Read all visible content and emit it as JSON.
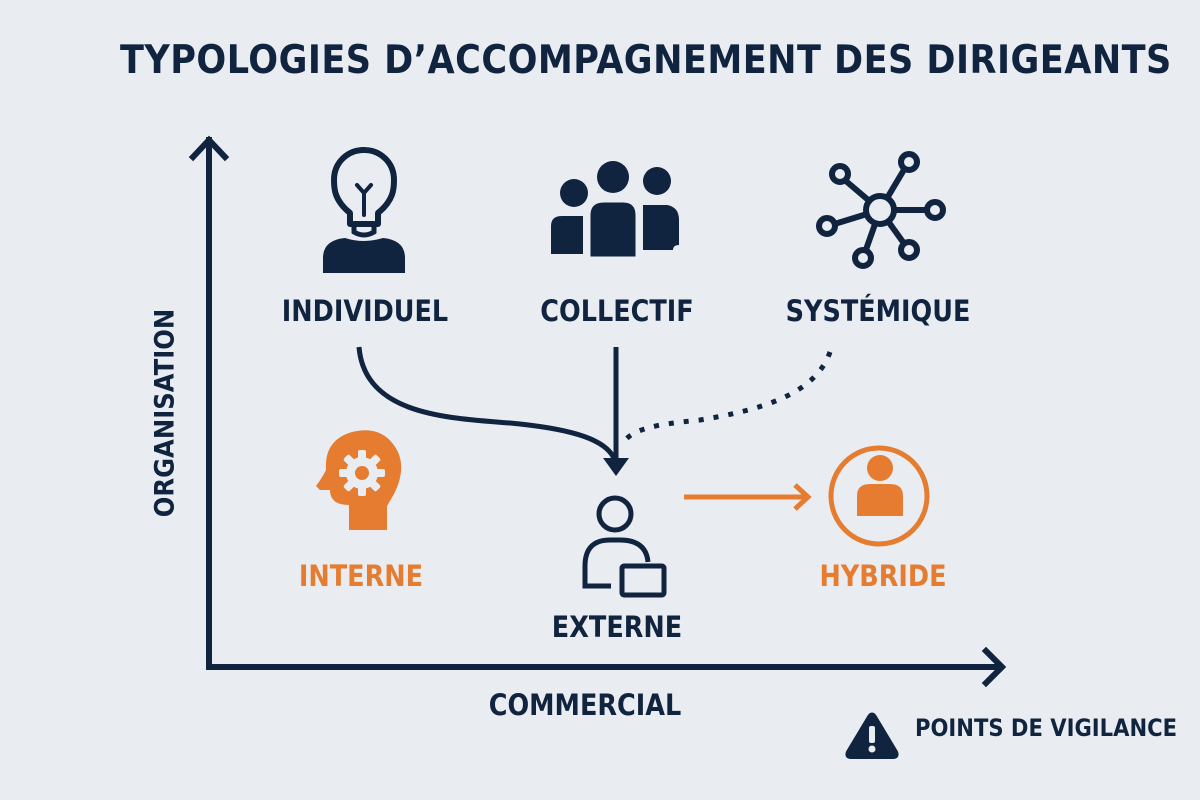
{
  "title": "TYPOLOGIES D’ACCOMPAGNEMENT DES DIRIGEANTS",
  "axes": {
    "y_label": "ORGANISATION",
    "x_label": "COMMERCIAL"
  },
  "nodes": [
    {
      "id": "individuel",
      "label": "INDIVIDUEL",
      "icon": "lightbulb-head-person-icon",
      "color": "#10233f"
    },
    {
      "id": "collectif",
      "label": "COLLECTIF",
      "icon": "group-people-icon",
      "color": "#10233f"
    },
    {
      "id": "systemique",
      "label": "SYSTÉMIQUE",
      "icon": "network-hub-icon",
      "color": "#10233f"
    },
    {
      "id": "interne",
      "label": "INTERNE",
      "icon": "head-gear-icon",
      "color": "#e57c2f"
    },
    {
      "id": "externe",
      "label": "EXTERNE",
      "icon": "person-laptop-icon",
      "color": "#10233f"
    },
    {
      "id": "hybride",
      "label": "HYBRIDE",
      "icon": "person-circle-icon",
      "color": "#e57c2f"
    }
  ],
  "connections": [
    {
      "from": "individuel",
      "to": "externe",
      "style": "solid-curve"
    },
    {
      "from": "collectif",
      "to": "externe",
      "style": "solid-arrow"
    },
    {
      "from": "systemique",
      "to": "externe",
      "style": "dotted-curve"
    },
    {
      "from": "externe",
      "to": "hybride",
      "style": "orange-arrow"
    }
  ],
  "footer": {
    "warning_label": "POINTS DE VIGILANCE",
    "warning_icon": "warning-triangle-icon"
  },
  "colors": {
    "navy": "#10233f",
    "orange": "#e57c2f",
    "background": "#e9edf2"
  }
}
